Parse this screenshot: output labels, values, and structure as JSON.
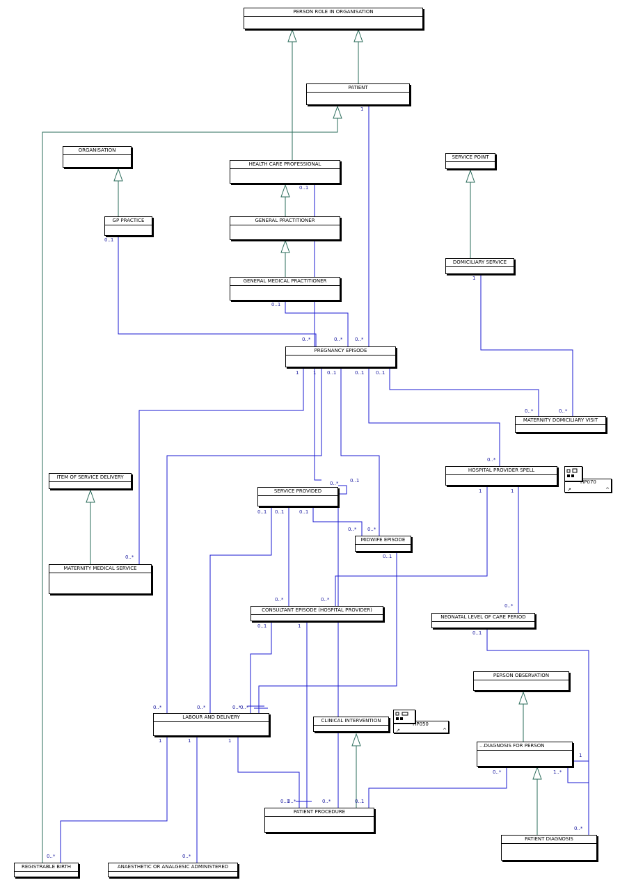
{
  "entities": {
    "person_role_in_organisation": "PERSON ROLE IN ORGANISATION",
    "patient": "PATIENT",
    "organisation": "ORGANISATION",
    "health_care_professional": "HEALTH CARE PROFESSIONAL",
    "service_point": "SERVICE POINT",
    "gp_practice": "GP PRACTICE",
    "general_practitioner": "GENERAL PRACTITIONER",
    "domiciliary_service": "DOMICILIARY SERVICE",
    "general_medical_practitioner": "GENERAL MEDICAL PRACTITIONER",
    "pregnancy_episode": "PREGNANCY EPISODE",
    "maternity_domiciliary_visit": "MATERNITY DOMICILIARY VISIT",
    "item_of_service_delivery": "ITEM OF SERVICE DELIVERY",
    "hospital_provider_spell": "HOSPITAL PROVIDER SPELL",
    "service_provided": "SERVICE PROVIDED",
    "midwife_episode": "MIDWIFE EPISODE",
    "maternity_medical_service": "MATERNITY MEDICAL SERVICE",
    "consultant_episode": "CONSULTANT EPISODE (HOSPITAL PROVIDER)",
    "neonatal_level_of_care_period": "NEONATAL LEVEL OF CARE PERIOD",
    "person_observation": "PERSON OBSERVATION",
    "labour_and_delivery": "LABOUR AND DELIVERY",
    "clinical_intervention": "CLINICAL INTERVENTION",
    "diagnosis_for_person": "...DIAGNOSIS FOR PERSON",
    "patient_procedure": "PATIENT PROCEDURE",
    "patient_diagnosis": "PATIENT DIAGNOSIS",
    "registrable_birth": "REGISTRABLE BIRTH",
    "anaesthetic_administered": "ANAESTHETIC OR ANALGESIC ADMINISTERED"
  },
  "references": {
    "hp070": "HP070",
    "hp050": "HP050"
  },
  "multiplicities": {
    "patient_1": "1",
    "hcp_01": "0..1",
    "gpp_01": "0..1",
    "gmp_01": "0..1",
    "preg_gpp": "0..*",
    "preg_gmp": "0..*",
    "preg_patient": "0..*",
    "dom_1": "1",
    "preg_a": "1",
    "preg_b": "1",
    "preg_c": "0..1",
    "preg_d": "0..1",
    "preg_e": "0..1",
    "mdv_a": "0..*",
    "mdv_b": "0..*",
    "hps_preg": "0..*",
    "sp_self_a": "0..*",
    "sp_self_b": "0..1",
    "sp_a": "0..1",
    "sp_b": "0..1",
    "sp_c": "0..1",
    "hps_a": "1",
    "hps_b": "1",
    "mw_sp": "0..*",
    "mw_preg": "0..*",
    "mw_01": "0..1",
    "mms": "0..*",
    "ce_sp": "0..*",
    "ce_hps": "0..*",
    "nl_hps": "0..*",
    "ce_01": "0..1",
    "ce_1": "1",
    "nl_01": "0..1",
    "ld_preg": "0..*",
    "ld_sp": "0..*",
    "ld_ce": "0..*",
    "ld_mw": "0..*",
    "ld_1a": "1",
    "ld_1b": "1",
    "ld_1c": "1",
    "dfp_1": "1",
    "dfp_pp": "0..*",
    "dfp_pd": "1..*",
    "pp_a": "0..1",
    "pp_b": "0..*",
    "pp_c": "0..*",
    "pp_ci": "0..1",
    "pd_nl": "0..*",
    "rb": "0..*",
    "aaa": "0..*"
  }
}
